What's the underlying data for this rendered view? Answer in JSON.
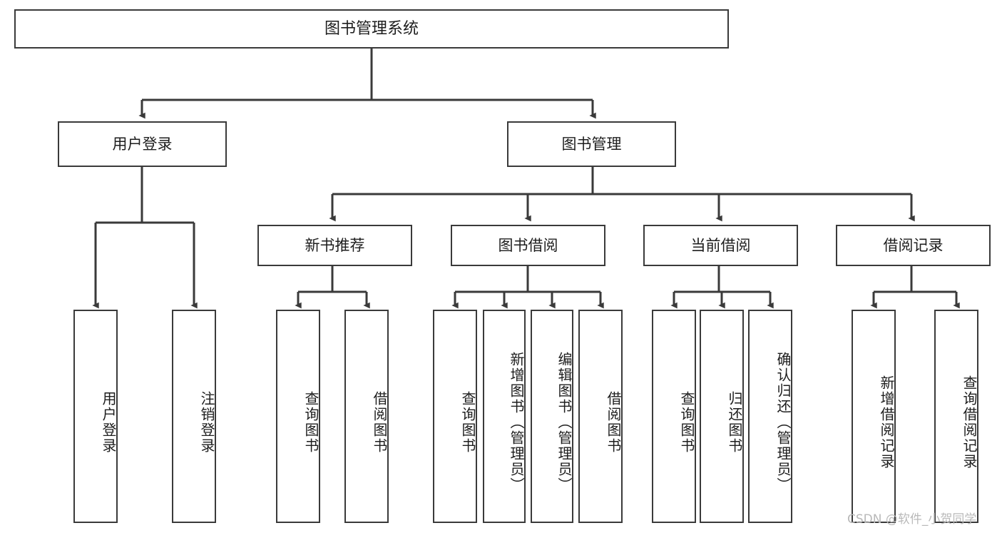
{
  "diagram": {
    "type": "tree-hierarchy",
    "title": "图书管理系统",
    "watermark": "CSDN @软件_小贺同学",
    "colors": {
      "box_border": "#3a3a3a",
      "box_fill": "#ffffff",
      "connector": "#3a3a3a",
      "text": "#1d1d1d",
      "watermark": "#b9b9b9"
    },
    "nodes": {
      "root": {
        "label": "图书管理系统",
        "level": 0
      },
      "l1": [
        {
          "id": "user-login",
          "label": "用户登录"
        },
        {
          "id": "book-manage",
          "label": "图书管理"
        }
      ],
      "l2": [
        {
          "id": "new-book-rec",
          "label": "新书推荐",
          "parent": "book-manage"
        },
        {
          "id": "book-borrow",
          "label": "图书借阅",
          "parent": "book-manage"
        },
        {
          "id": "current-borrow",
          "label": "当前借阅",
          "parent": "book-manage"
        },
        {
          "id": "borrow-record",
          "label": "借阅记录",
          "parent": "book-manage"
        }
      ],
      "leaves": [
        {
          "id": "leaf-user-login",
          "label": "用户登录",
          "parent": "user-login"
        },
        {
          "id": "leaf-logout-login",
          "label": "注销登录",
          "parent": "user-login"
        },
        {
          "id": "leaf-query-book-1",
          "label": "查询图书",
          "parent": "new-book-rec"
        },
        {
          "id": "leaf-borrow-book-1",
          "label": "借阅图书",
          "parent": "new-book-rec"
        },
        {
          "id": "leaf-query-book-2",
          "label": "查询图书",
          "parent": "book-borrow"
        },
        {
          "id": "leaf-add-book",
          "label": "新增图书（管理员）",
          "parent": "book-borrow"
        },
        {
          "id": "leaf-edit-book",
          "label": "编辑图书（管理员）",
          "parent": "book-borrow"
        },
        {
          "id": "leaf-borrow-book-2",
          "label": "借阅图书",
          "parent": "book-borrow"
        },
        {
          "id": "leaf-query-book-3",
          "label": "查询图书",
          "parent": "current-borrow"
        },
        {
          "id": "leaf-return-book",
          "label": "归还图书",
          "parent": "current-borrow"
        },
        {
          "id": "leaf-confirm-return",
          "label": "确认归还（管理员）",
          "parent": "current-borrow"
        },
        {
          "id": "leaf-add-record",
          "label": "新增借阅记录",
          "parent": "borrow-record"
        },
        {
          "id": "leaf-query-record",
          "label": "查询借阅记录",
          "parent": "borrow-record"
        }
      ]
    }
  }
}
